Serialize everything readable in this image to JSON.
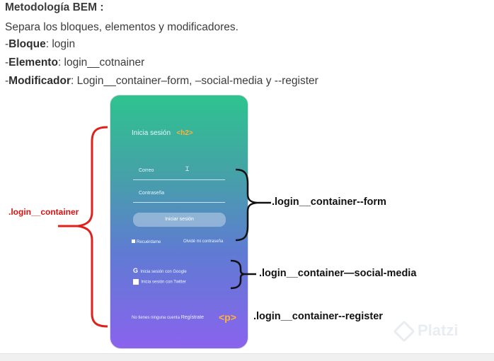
{
  "heading": "Metodología BEM :",
  "description": "Separa los bloques, elementos y modificadores.",
  "lines": [
    {
      "prefix": "-",
      "key": "Bloque",
      "value": ": login"
    },
    {
      "prefix": "-",
      "key": "Elemento",
      "value": ": login__cotnainer"
    },
    {
      "prefix": "-",
      "key": "Modificador",
      "value": ": Login__container–form, –social-media y --register"
    }
  ],
  "phone": {
    "title": "Inicia sesión",
    "title_tag": "<h2>",
    "email_placeholder": "Correo",
    "password_placeholder": "Contraseña",
    "login_button": "Iniciar sesión",
    "remember": "Recuérdame",
    "forgot": "Olvidé mi contraseña",
    "google": "Inicia sesión con Google",
    "twitter": "Inicia sesión con Twitter",
    "register_text": "No tienes ninguna cuenta",
    "register_link": "Regístrate",
    "register_tag": "<p>"
  },
  "labels": {
    "container": ".login__container",
    "form": ".login__container--form",
    "social": ".login__container—social-media",
    "register": ".login__container--register"
  },
  "watermark": "Platzi",
  "colors": {
    "bracket_red": "#e0201b",
    "tag_orange": "#ffb13a"
  }
}
